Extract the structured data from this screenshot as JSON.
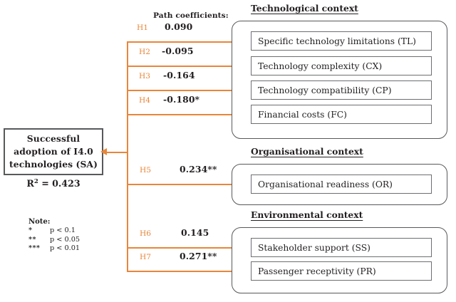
{
  "figure": {
    "path_coefficients_label": "Path coefficients:",
    "accent_color": "#e8863a",
    "box_border_color": "#58595b",
    "text_color": "#231f20"
  },
  "outcome": {
    "line1": "Successful",
    "line2": "adoption of I4.0",
    "line3": "technologies (SA)",
    "r2_prefix": "R",
    "r2_exponent": "2",
    "r2_value": " = 0.423"
  },
  "note": {
    "title": "Note:",
    "rows": [
      {
        "stars": "*",
        "p": "p < 0.1"
      },
      {
        "stars": "**",
        "p": "p < 0.05"
      },
      {
        "stars": "***",
        "p": "p < 0.01"
      }
    ]
  },
  "hypotheses": [
    {
      "id": "H1",
      "coefficient": "0.090",
      "factor": "Specific technology limitations (TL)"
    },
    {
      "id": "H2",
      "coefficient": "-0.095",
      "factor": "Technology complexity (CX)"
    },
    {
      "id": "H3",
      "coefficient": "-0.164",
      "factor": "Technology compatibility (CP)"
    },
    {
      "id": "H4",
      "coefficient": "-0.180*",
      "factor": "Financial costs (FC)"
    },
    {
      "id": "H5",
      "coefficient": "0.234**",
      "factor": "Organisational readiness (OR)"
    },
    {
      "id": "H6",
      "coefficient": "0.145",
      "factor": "Stakeholder support (SS)"
    },
    {
      "id": "H7",
      "coefficient": "0.271**",
      "factor": "Passenger receptivity (PR)"
    }
  ],
  "groups": [
    {
      "title": "Technological context"
    },
    {
      "title": "Organisational context"
    },
    {
      "title": "Environmental context"
    }
  ]
}
